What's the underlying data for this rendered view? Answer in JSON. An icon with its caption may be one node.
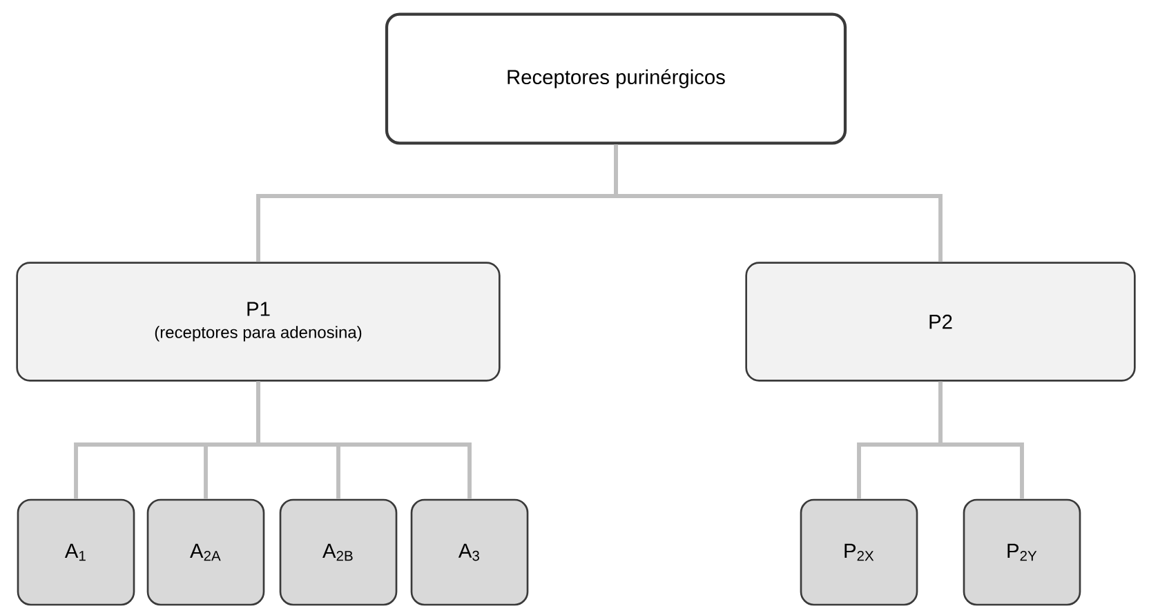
{
  "diagram": {
    "nodes": [
      {
        "text": [
          "Receptores purinérgicos"
        ]
      },
      {
        "text": [
          "P1",
          "(receptores para adenosina)"
        ]
      },
      {
        "text": [
          "P2"
        ]
      },
      {
        "text": [
          "A$_{1}$"
        ]
      },
      {
        "text": [
          "A$_{2A}$"
        ]
      },
      {
        "text": [
          "A$_{2B}$"
        ]
      },
      {
        "text": [
          "A$_{3}$"
        ]
      },
      {
        "text": [
          "P$_{2X}$"
        ]
      },
      {
        "text": [
          "P$_{2Y}$"
        ]
      }
    ],
    "edges": [
      {
        "from": 0,
        "to": 1,
        "arrow": "none"
      },
      {
        "from": 0,
        "to": 2,
        "arrow": "none"
      },
      {
        "from": 1,
        "to": 3,
        "arrow": "none"
      },
      {
        "from": 1,
        "to": 4,
        "arrow": "none"
      },
      {
        "from": 1,
        "to": 5,
        "arrow": "none"
      },
      {
        "from": 1,
        "to": 6,
        "arrow": "none"
      },
      {
        "from": 2,
        "to": 7,
        "arrow": "none"
      },
      {
        "from": 2,
        "to": 8,
        "arrow": "none"
      }
    ]
  }
}
